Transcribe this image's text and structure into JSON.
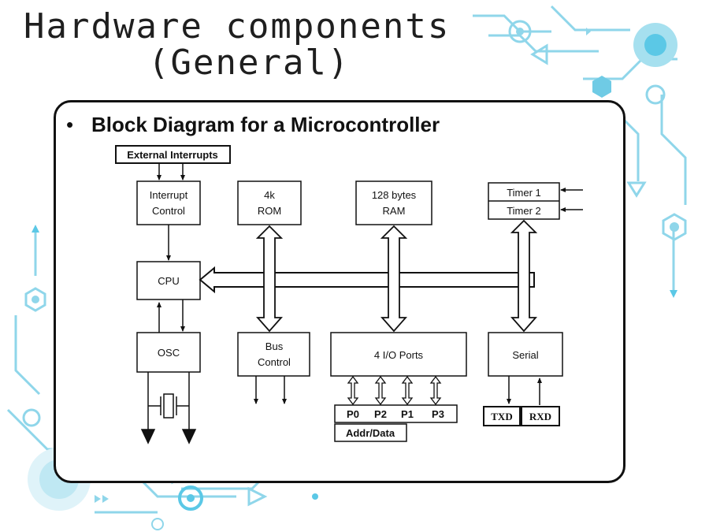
{
  "title": {
    "line1": "Hardware components",
    "line2": "(General)"
  },
  "bullet": {
    "marker": "•",
    "text": "Block Diagram for a Microcontroller"
  },
  "diagram": {
    "external_interrupts": "External Interrupts",
    "interrupt_control": [
      "Interrupt",
      "Control"
    ],
    "rom": [
      "4k",
      "ROM"
    ],
    "ram": [
      "128 bytes",
      "RAM"
    ],
    "timer1": "Timer 1",
    "timer2": "Timer 2",
    "cpu": "CPU",
    "osc": "OSC",
    "bus_control": [
      "Bus",
      "Control"
    ],
    "io_ports": "4 I/O Ports",
    "serial": "Serial",
    "ports": [
      "P0",
      "P2",
      "P1",
      "P3"
    ],
    "addr_data": "Addr/Data",
    "txd": "TXD",
    "rxd": "RXD"
  },
  "colors": {
    "accent": "#5bc8e6",
    "accent_light": "#a6e0ef",
    "line": "#111111"
  }
}
